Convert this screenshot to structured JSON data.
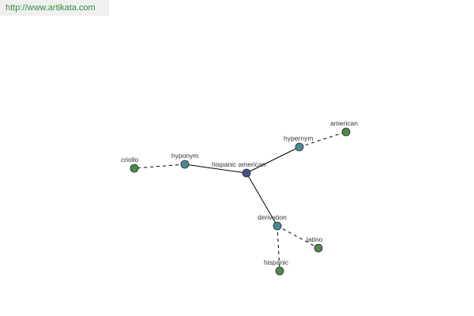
{
  "watermark": {
    "text": "http://www.artikata.com"
  },
  "colors": {
    "center": "#4a4f8c",
    "relation": "#4a8a94",
    "leaf": "#4e8a4a"
  },
  "graph": {
    "center": "hispanic american",
    "relations": [
      "hypernym",
      "hyponym",
      "derivation"
    ],
    "leaves": [
      "american",
      "criollo",
      "latino",
      "hispanic"
    ],
    "edges": [
      {
        "from": "hispanic american",
        "to": "hypernym",
        "style": "solid"
      },
      {
        "from": "hispanic american",
        "to": "hyponym",
        "style": "solid"
      },
      {
        "from": "hispanic american",
        "to": "derivation",
        "style": "solid"
      },
      {
        "from": "hypernym",
        "to": "american",
        "style": "dashed"
      },
      {
        "from": "hyponym",
        "to": "criollo",
        "style": "dashed"
      },
      {
        "from": "derivation",
        "to": "latino",
        "style": "dashed"
      },
      {
        "from": "derivation",
        "to": "hispanic",
        "style": "dashed"
      }
    ]
  }
}
